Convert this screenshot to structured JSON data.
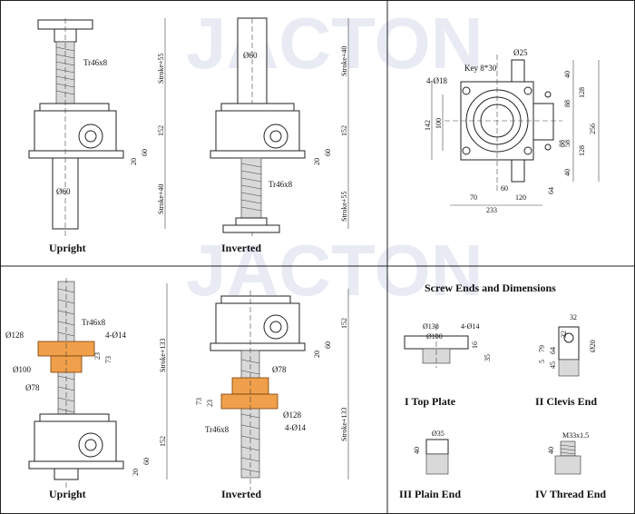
{
  "watermark": "JACTON",
  "colors": {
    "nut": "#f0a04a",
    "line": "#222222",
    "watermark": "#e8ebf4"
  },
  "panel1": {
    "upright_label": "Upright",
    "inverted_label": "Inverted",
    "dims": {
      "tr": "Tr46x8",
      "stroke55": "Stroke+55",
      "stroke40": "Stroke+40",
      "d152": "152",
      "d60": "60",
      "d20": "20",
      "dia60": "Ø60"
    }
  },
  "panel2": {
    "dims": {
      "dia25": "Ø25",
      "key": "Key 8*30",
      "holes": "4-Ø18",
      "d40": "40",
      "d128": "128",
      "d88": "88",
      "d58": "58",
      "d256": "256",
      "d142": "142",
      "d100": "100",
      "d64": "64",
      "d70": "70",
      "d60": "60",
      "d120": "120",
      "d233": "233"
    }
  },
  "panel3": {
    "upright_label": "Upright",
    "inverted_label": "Inverted",
    "dims": {
      "tr": "Tr46x8",
      "dia128": "Ø128",
      "holes": "4-Ø14",
      "dia100": "Ø100",
      "dia78": "Ø78",
      "d73": "73",
      "d23": "23",
      "stroke133": "Stroke+133",
      "d152": "152",
      "d60": "60",
      "d20": "20"
    }
  },
  "panel4": {
    "title": "Screw Ends and Dimensions",
    "top_plate": {
      "label": "I  Top Plate",
      "dia138": "Ø138",
      "holes": "4-Ø14",
      "dia100": "Ø100",
      "d16": "16",
      "d35": "35"
    },
    "clevis": {
      "label": "II  Clevis End",
      "d32": "32",
      "d79": "79",
      "d64": "64",
      "d32b": "32",
      "d5": "5",
      "d45": "45",
      "dia20": "Ø20"
    },
    "plain": {
      "label": "III  Plain End",
      "dia35": "Ø35",
      "d40": "40"
    },
    "thread_end": {
      "label": "IV  Thread End",
      "m": "M33x1.5",
      "d40": "40"
    }
  }
}
